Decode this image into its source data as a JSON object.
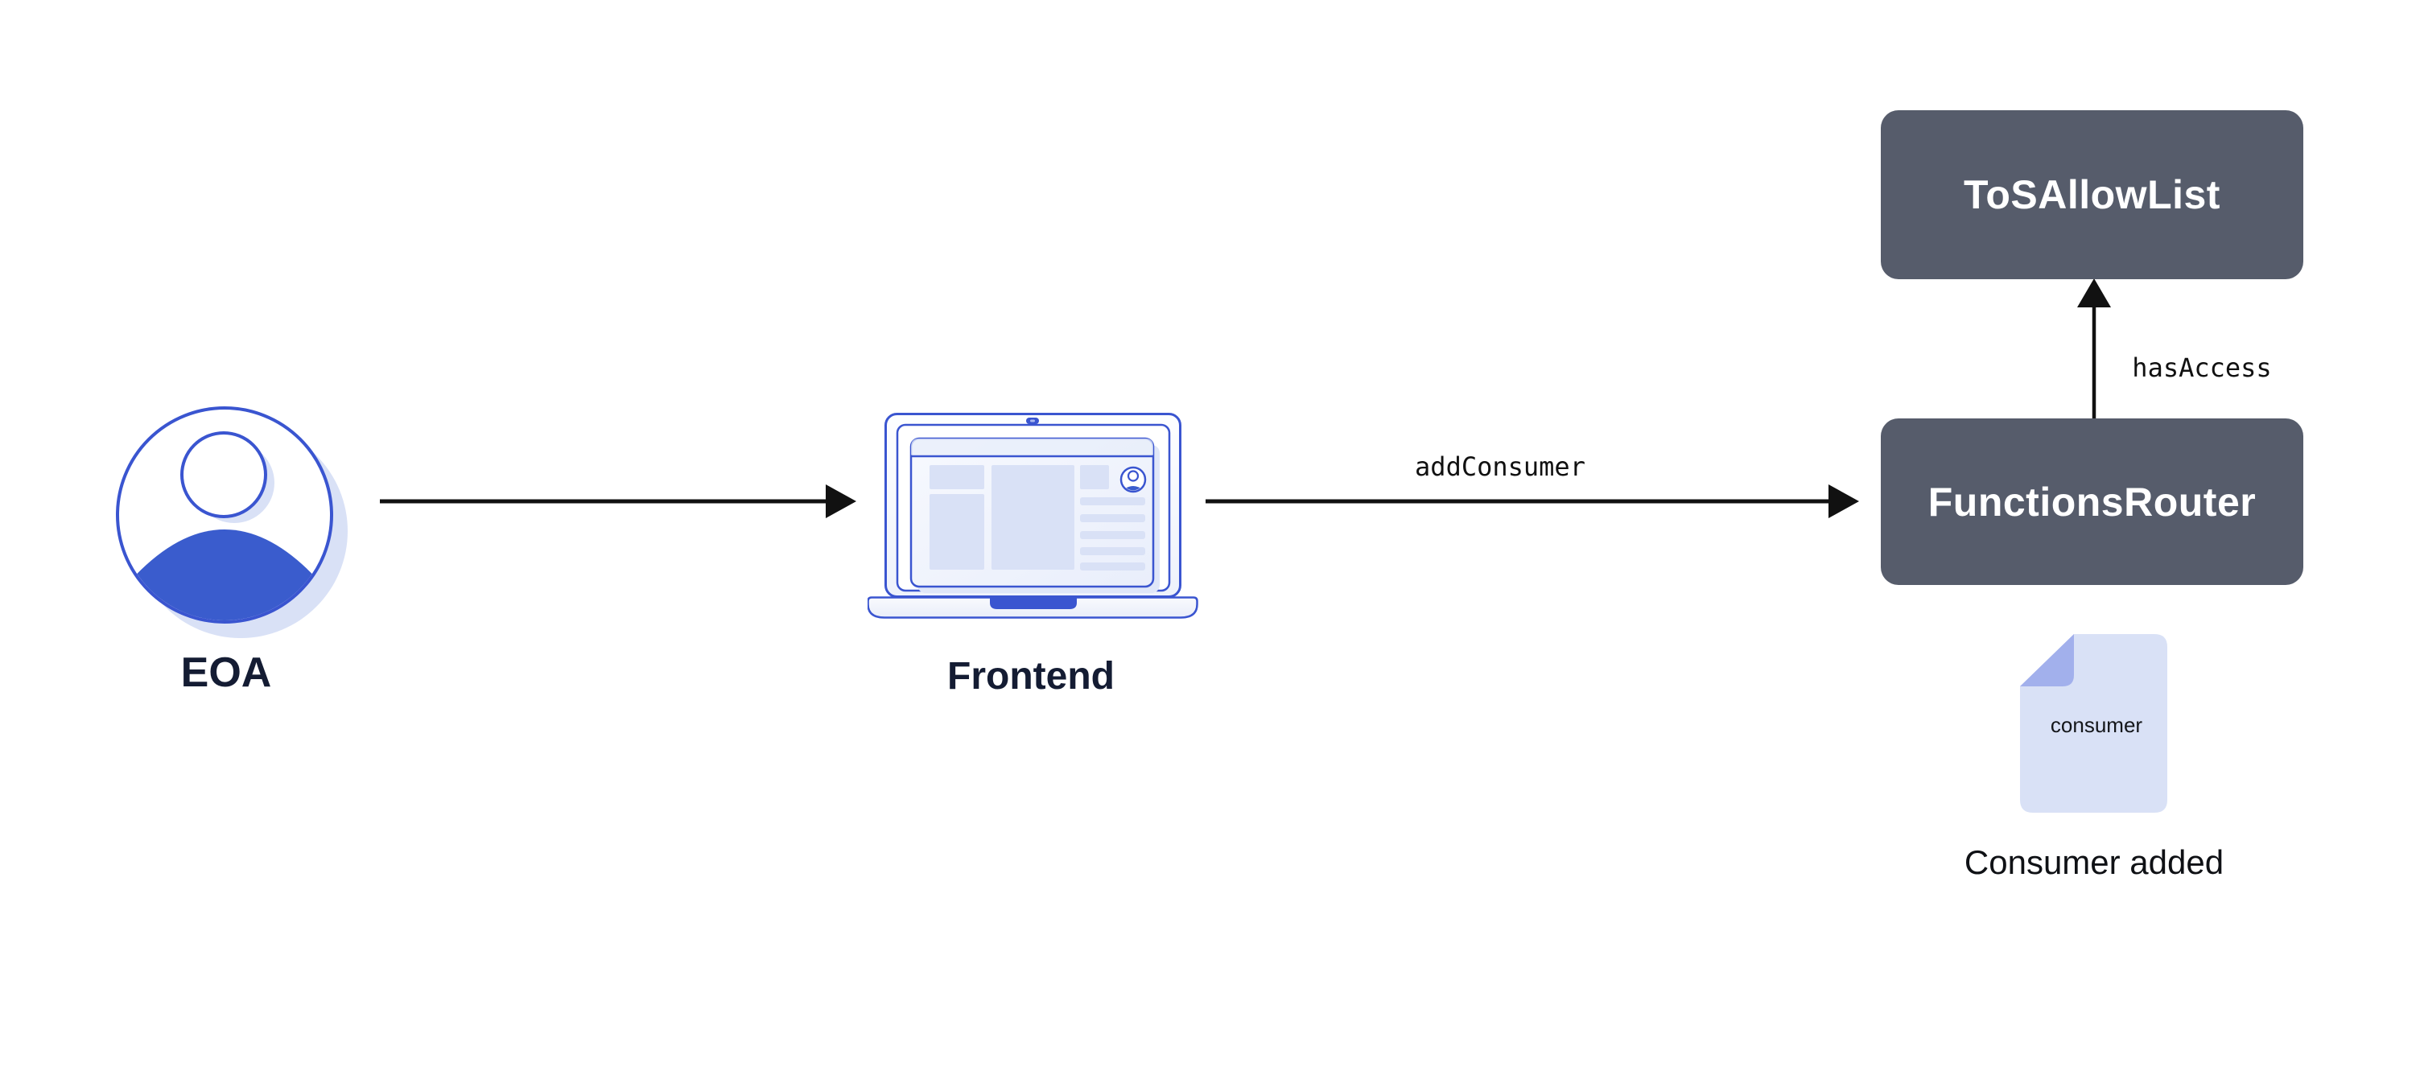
{
  "diagram": {
    "nodes": {
      "eoa": {
        "label": "EOA"
      },
      "frontend": {
        "label": "Frontend"
      },
      "tos_allow_list": {
        "label": "ToSAllowList"
      },
      "functions_router": {
        "label": "FunctionsRouter"
      },
      "consumer_document": {
        "label": "consumer",
        "caption": "Consumer added"
      }
    },
    "edges": {
      "eoa_to_frontend": {
        "label": ""
      },
      "frontend_to_functions_router": {
        "label": "addConsumer"
      },
      "functions_router_to_tos_allow_list": {
        "label": "hasAccess"
      }
    },
    "colors": {
      "contract_box_bg": "#565c6b",
      "contract_box_text": "#ffffff",
      "accent_blue_stroke": "#3a55d0",
      "accent_blue_fill": "#3a5ccd",
      "lavender": "#d9e1f6",
      "fold_periwinkle": "#a2b0ec",
      "label_navy": "#141c33",
      "arrow_black": "#111111",
      "background": "#ffffff"
    }
  }
}
